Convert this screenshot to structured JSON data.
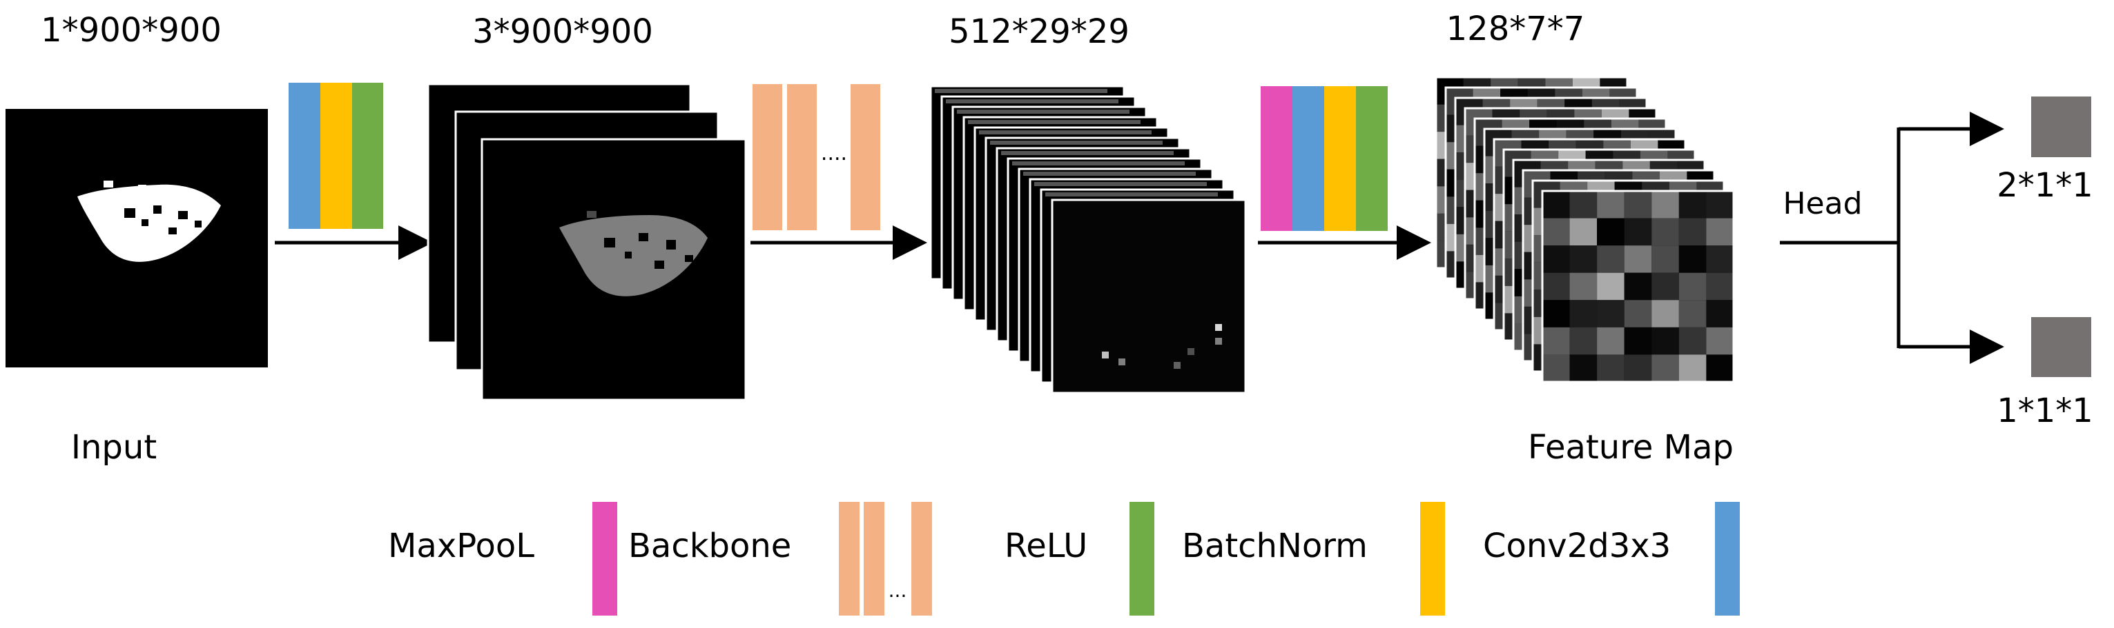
{
  "labels": {
    "input_dims": "1*900*900",
    "stage1_dims": "3*900*900",
    "stage2_dims": "512*29*29",
    "stage3_dims": "128*7*7",
    "input": "Input",
    "feature_map": "Feature Map",
    "head": "Head",
    "out1_dims": "2*1*1",
    "out2_dims": "1*1*1",
    "backbone_ellipsis": "....",
    "legend_ellipsis": "..."
  },
  "legend": [
    {
      "label": "MaxPooL",
      "color": "#e64fb6",
      "icon": "magenta-bar"
    },
    {
      "label": "Backbone",
      "color": "#f4b183",
      "icon": "backbone-bars"
    },
    {
      "label": "ReLU",
      "color": "#70ad47",
      "icon": "green-bar"
    },
    {
      "label": "BatchNorm",
      "color": "#ffc000",
      "icon": "yellow-bar"
    },
    {
      "label": "Conv2d3x3",
      "color": "#5b9bd5",
      "icon": "blue-bar"
    }
  ],
  "colors": {
    "conv": "#5b9bd5",
    "batchnorm": "#ffc000",
    "relu": "#70ad47",
    "maxpool": "#e64fb6",
    "backbone": "#f4b183",
    "output_square": "#767171"
  }
}
